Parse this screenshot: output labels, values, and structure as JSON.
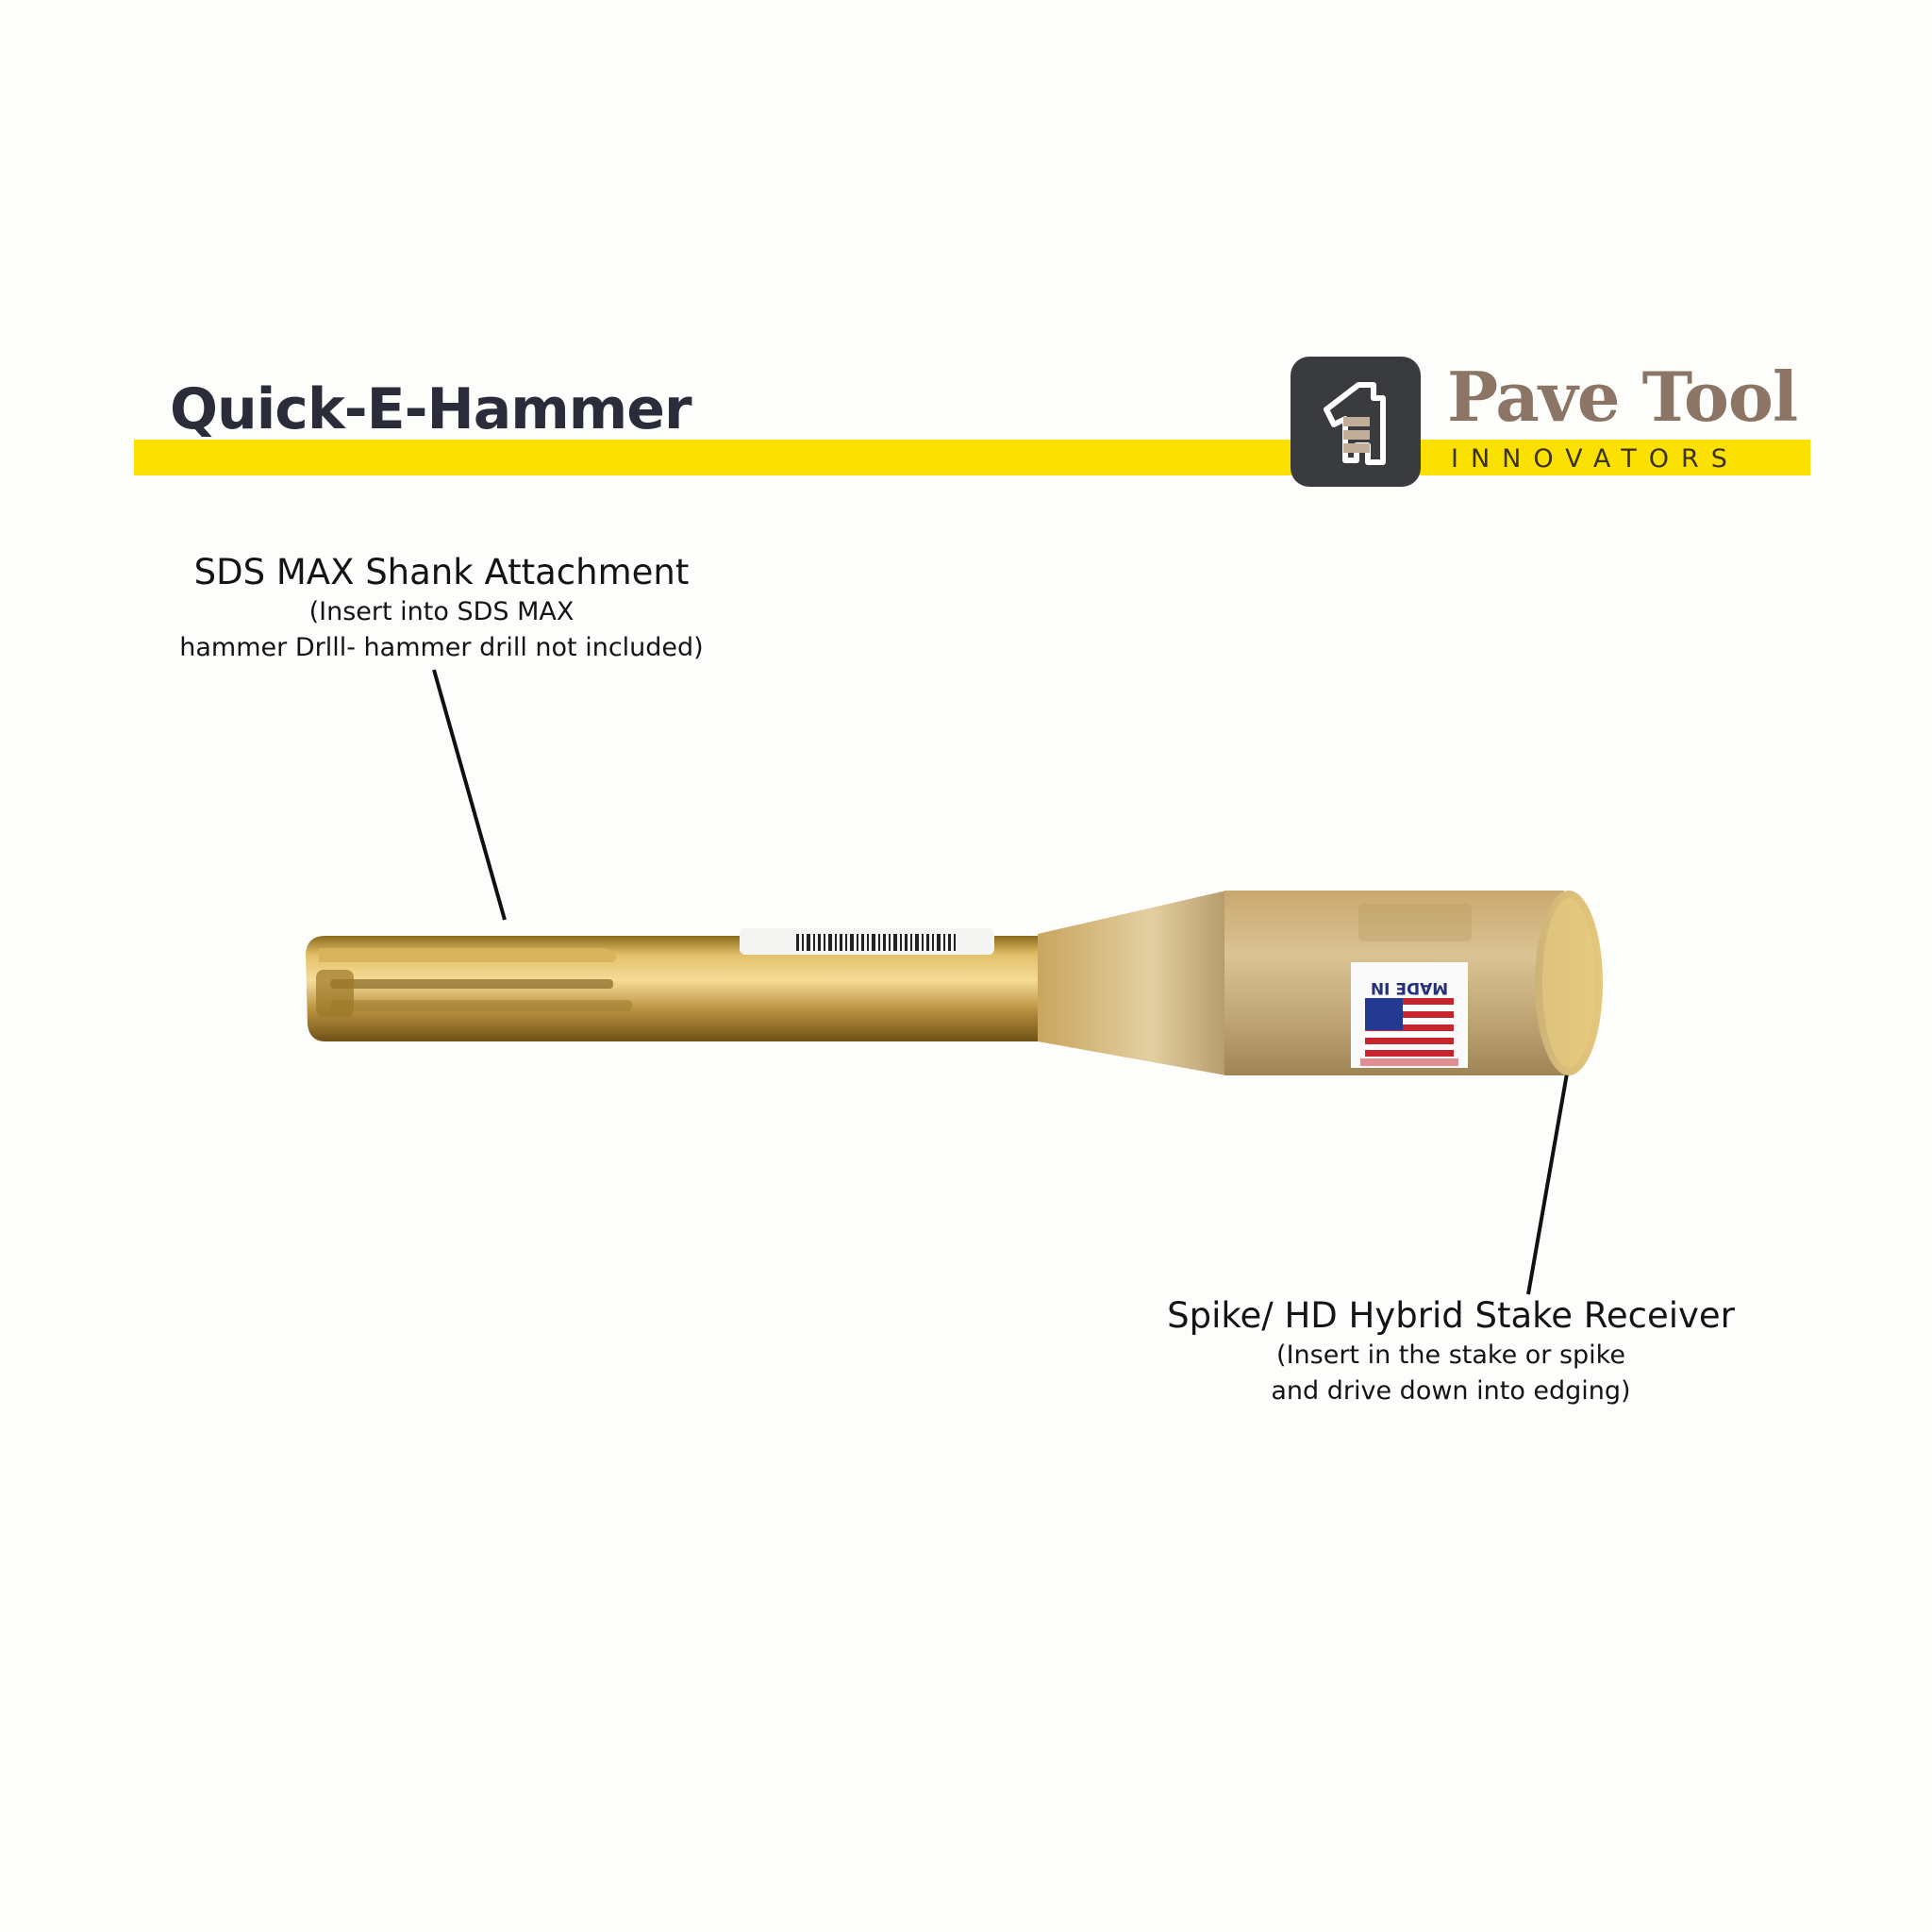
{
  "header": {
    "product_title": "Quick-E-Hammer"
  },
  "brand": {
    "name": "Pave Tool",
    "tagline": "INNOVATORS",
    "logo_icon": "pave-tool-logo-icon"
  },
  "callouts": {
    "shank": {
      "heading": "SDS MAX Shank Attachment",
      "note_line1": "(Insert into SDS MAX",
      "note_line2": "hammer Drlll- hammer drill not included)"
    },
    "receiver": {
      "heading": "Spike/ HD Hybrid Stake Receiver",
      "note_line1": "(Insert in the stake or spike",
      "note_line2": "and drive down into edging)"
    }
  },
  "product_label": {
    "text": "MADE IN",
    "icon": "us-flag-icon"
  },
  "colors": {
    "accent_yellow": "#fbe100",
    "brand_brown": "#8c7564",
    "logo_dark": "#3a3b3e",
    "title_dark": "#2b2c3a"
  }
}
